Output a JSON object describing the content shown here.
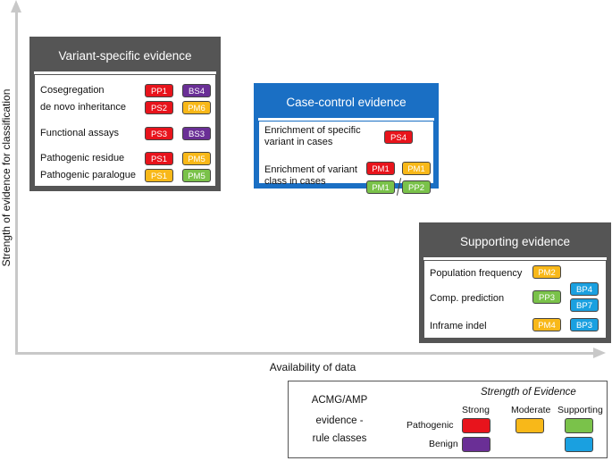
{
  "axes": {
    "y_label": "Strength of evidence for classification",
    "x_label": "Availability of data"
  },
  "colors": {
    "strong": "#e8141c",
    "moderate": "#f8b819",
    "supporting": "#7ac24a",
    "benign_strong": "#6a2f96",
    "benign_supporting": "#1aa0e0",
    "panel_grey": "#555555",
    "panel_blue": "#1a6fc4"
  },
  "variant_specific": {
    "title": "Variant-specific evidence",
    "rows": [
      {
        "label": "Cosegregation",
        "badges": [
          "PP1",
          "BS4"
        ]
      },
      {
        "label": "de novo inheritance",
        "badges": [
          "PS2",
          "PM6"
        ]
      },
      {
        "label": "Functional assays",
        "badges": [
          "PS3",
          "BS3"
        ]
      },
      {
        "label": "Pathogenic residue",
        "badges": [
          "PS1",
          "PM5"
        ]
      },
      {
        "label": "Pathogenic paralogue",
        "badges": [
          "PS1",
          "PM5"
        ]
      }
    ]
  },
  "case_control": {
    "title": "Case-control evidence",
    "rows": [
      {
        "label_line1": "Enrichment of specific",
        "label_line2": "variant in cases",
        "badges": [
          "PS4"
        ]
      },
      {
        "label_line1": "Enrichment of variant",
        "label_line2": "class in cases",
        "badges": [
          "PM1",
          "PM1",
          "PM1",
          "PP2"
        ]
      }
    ]
  },
  "supporting": {
    "title": "Supporting evidence",
    "rows": [
      {
        "label": "Population frequency",
        "badges": [
          "PM2"
        ]
      },
      {
        "label": "Comp. prediction",
        "badges": [
          "PP3",
          "BP4",
          "BP7"
        ]
      },
      {
        "label": "Inframe indel",
        "badges": [
          "PM4",
          "BP3"
        ]
      }
    ]
  },
  "legend": {
    "line1": "ACMG/AMP",
    "line2": "evidence -",
    "line3": "rule classes",
    "heading": "Strength of Evidence",
    "columns": [
      "Strong",
      "Moderate",
      "Supporting"
    ],
    "rows": [
      "Pathogenic",
      "Benign"
    ]
  }
}
